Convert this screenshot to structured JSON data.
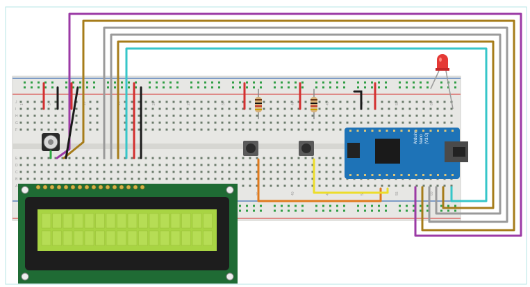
{
  "app": {
    "title": "Fritzing breadboard view",
    "background": "#ffffff"
  },
  "breadboard": {
    "rail_red": "#d9534f",
    "rail_blue": "#3f6fb5",
    "hole_color": "#6b7b6b",
    "strip_color": "#2f9e44",
    "body_color": "#e7e7e4",
    "column_labels": [
      "1",
      "5",
      "10",
      "15",
      "20",
      "25",
      "30",
      "35",
      "40",
      "45",
      "50",
      "55",
      "60"
    ],
    "row_labels_top": [
      "J",
      "I",
      "H",
      "G",
      "F"
    ],
    "row_labels_bottom": [
      "E",
      "D",
      "C",
      "B",
      "A"
    ]
  },
  "lcd": {
    "pin_count": 16,
    "pcb_color": "#1f6b34",
    "bezel_color": "#1d1d1d",
    "screen_color": "#a8d443",
    "rows": 2,
    "cols": 16
  },
  "arduino": {
    "board_color": "#1e73b7",
    "labels": [
      "Arduino",
      "Nano",
      "(V3.0)"
    ],
    "chip_color": "#1a1a1a"
  },
  "led": {
    "color": "#e53935"
  },
  "wires": {
    "purple": "#9b3aa5",
    "brown": "#a67c1a",
    "gray": "#9a9a9a",
    "cyan": "#36c6c9",
    "orange": "#e07a1c",
    "yellow": "#ecdd2a",
    "red": "#d32f2f",
    "black": "#1a1a1a",
    "green": "#2eaa44"
  },
  "components": [
    "potentiometer",
    "resistor-1",
    "resistor-2",
    "pushbutton-1",
    "pushbutton-2",
    "lcd-16x2",
    "arduino-nano",
    "red-led"
  ]
}
